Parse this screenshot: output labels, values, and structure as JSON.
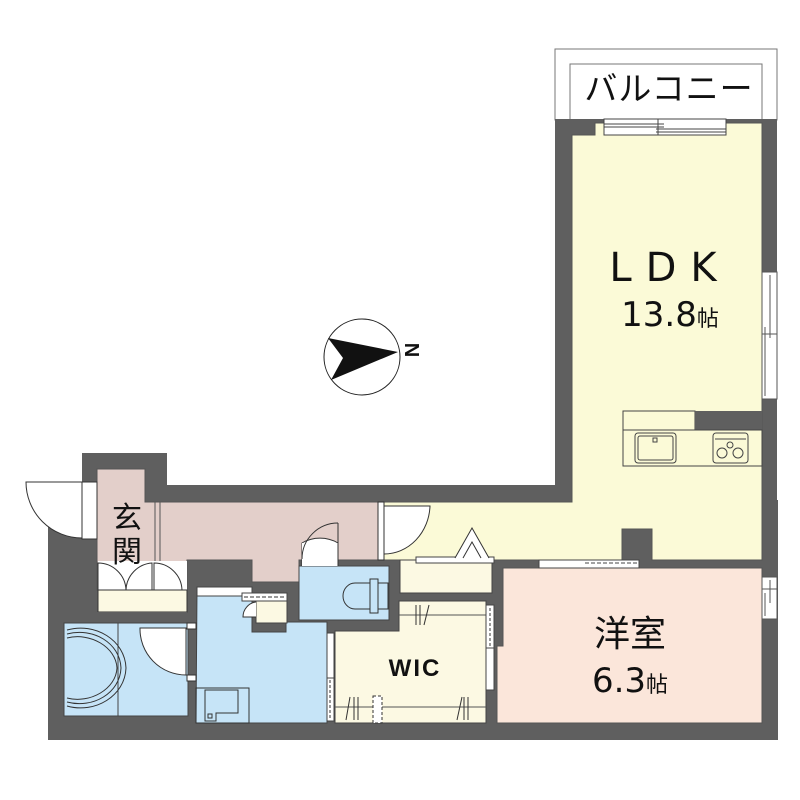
{
  "plan": {
    "type": "1LDK floor plan",
    "compass": {
      "letter": "N",
      "direction": "east-pointing arrow"
    },
    "rooms": {
      "balcony": {
        "name": "バルコニー"
      },
      "ldk": {
        "name": "LDK",
        "size": "13.8",
        "unit": "帖"
      },
      "western_room": {
        "name": "洋室",
        "size": "6.3",
        "unit": "帖"
      },
      "entrance": {
        "name": "玄関"
      },
      "wic": {
        "name": "WIC"
      }
    },
    "fixtures": [
      "kitchen-sink",
      "gas-stove",
      "toilet",
      "bathtub",
      "washbasin",
      "shoe-cabinet",
      "kitchen-counter"
    ],
    "colors": {
      "wall": "#5f5f5f",
      "ldk_floor": "#fbfad7",
      "western_floor": "#fbe6da",
      "entrance_floor": "#e3cfca",
      "wet_floor": "#c6e4f7",
      "storage_floor": "#fcf9e3",
      "outline": "#333333"
    }
  }
}
